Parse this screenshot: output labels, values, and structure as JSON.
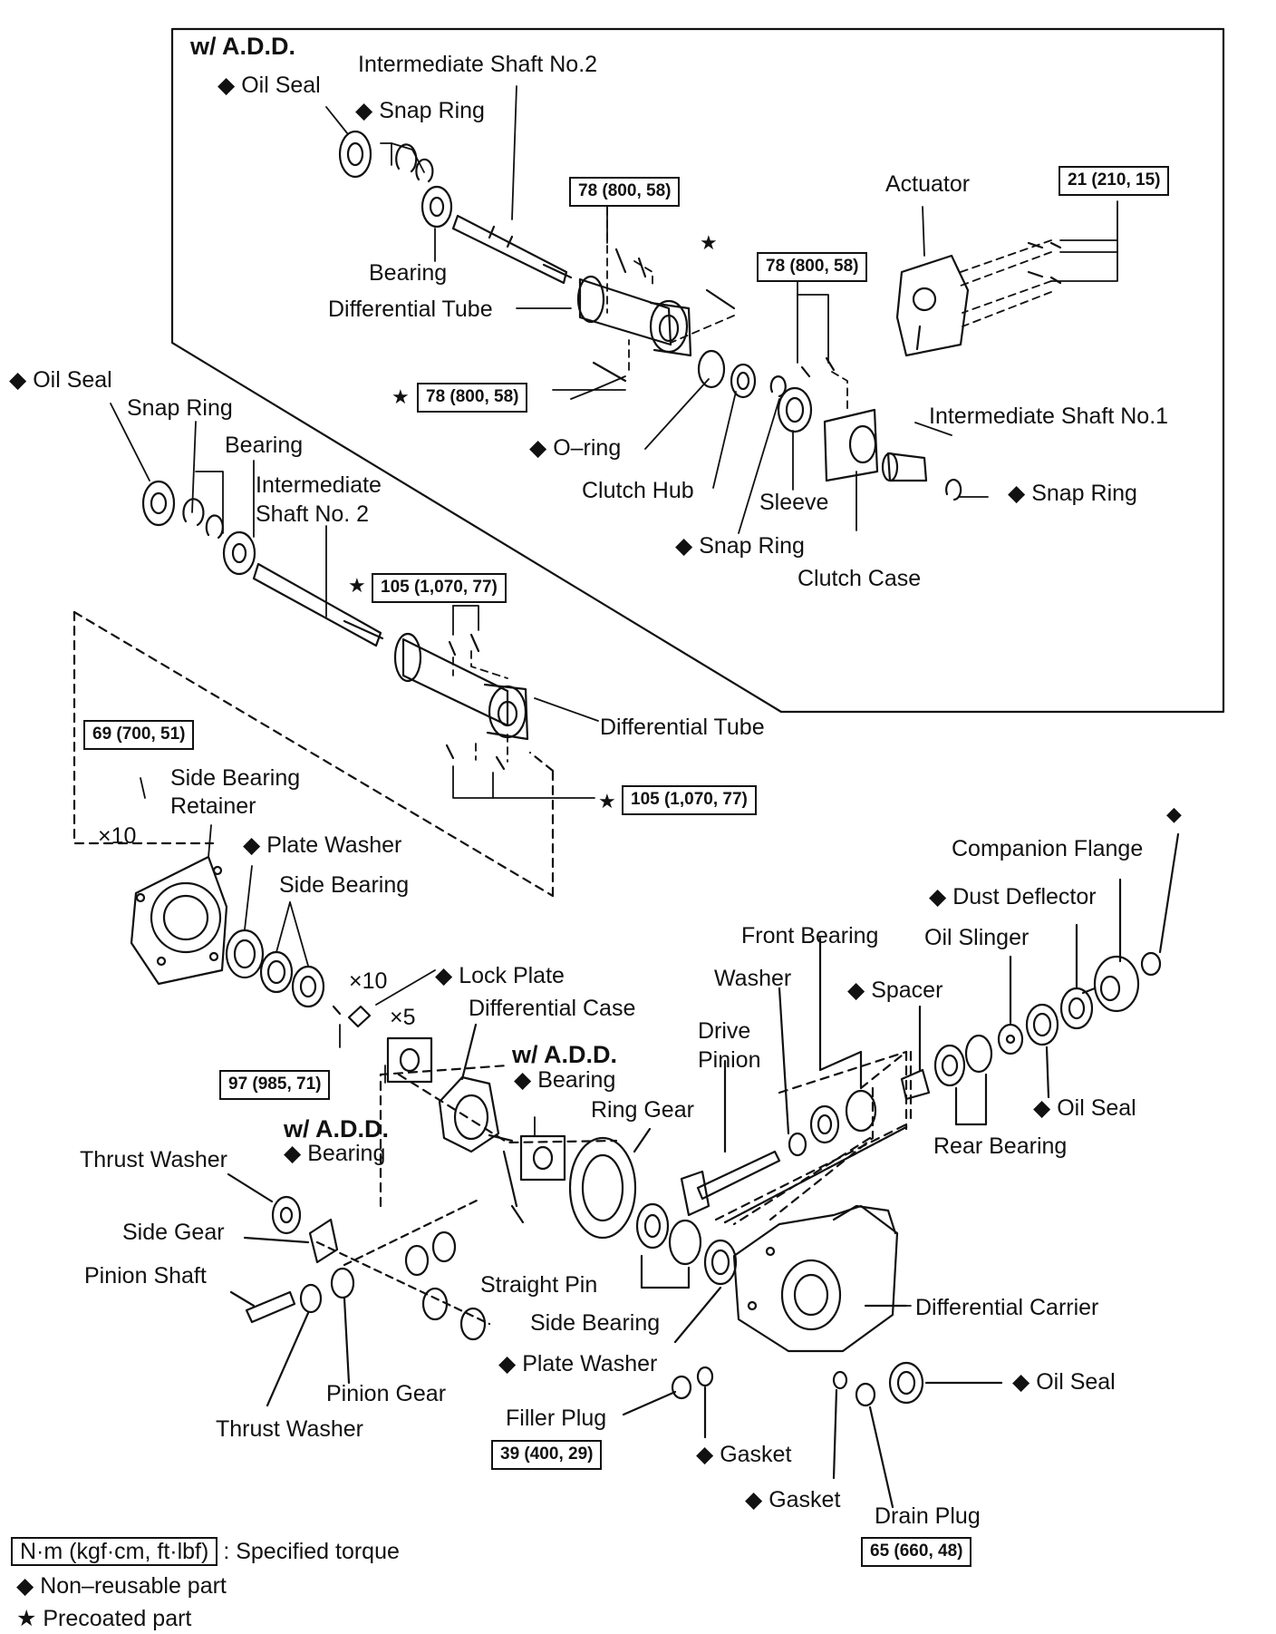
{
  "marks": {
    "diamond": "◆",
    "star": "★"
  },
  "section_add": "w/ A.D.D.",
  "add": {
    "oil_seal": "Oil Seal",
    "intermediate_shaft_no2": "Intermediate Shaft No.2",
    "snap_ring_top": "Snap Ring",
    "bearing": "Bearing",
    "differential_tube": "Differential Tube",
    "actuator": "Actuator",
    "o_ring": "O–ring",
    "clutch_hub": "Clutch Hub",
    "sleeve": "Sleeve",
    "snap_ring_mid": "Snap Ring",
    "clutch_case": "Clutch Case",
    "intermediate_shaft_no1": "Intermediate Shaft No.1",
    "snap_ring_right": "Snap Ring"
  },
  "main": {
    "oil_seal_left": "Oil Seal",
    "snap_ring_left": "Snap Ring",
    "bearing_left": "Bearing",
    "intermediate_shaft_line1": "Intermediate",
    "intermediate_shaft_line2": "Shaft No. 2",
    "differential_tube": "Differential Tube",
    "side_bearing_retainer_line1": "Side Bearing",
    "side_bearing_retainer_line2": "Retainer",
    "plate_washer": "Plate Washer",
    "side_bearing": "Side Bearing",
    "lock_plate": "Lock Plate",
    "differential_case": "Differential Case",
    "add_bearing_left_title": "w/ A.D.D.",
    "add_bearing_left": "Bearing",
    "add_bearing_right_title": "w/ A.D.D.",
    "add_bearing_right": "Bearing",
    "ring_gear": "Ring Gear",
    "drive_pinion_line1": "Drive",
    "drive_pinion_line2": "Pinion",
    "washer": "Washer",
    "front_bearing": "Front Bearing",
    "spacer": "Spacer",
    "oil_slinger": "Oil Slinger",
    "dust_deflector": "Dust Deflector",
    "companion_flange": "Companion Flange",
    "oil_seal_right": "Oil Seal",
    "rear_bearing": "Rear Bearing",
    "thrust_washer_top": "Thrust Washer",
    "side_gear": "Side Gear",
    "pinion_shaft": "Pinion Shaft",
    "pinion_gear": "Pinion Gear",
    "thrust_washer_bottom": "Thrust Washer",
    "straight_pin": "Straight Pin",
    "side_bearing_lower": "Side Bearing",
    "plate_washer_lower": "Plate Washer",
    "differential_carrier": "Differential Carrier",
    "oil_seal_lower": "Oil Seal",
    "filler_plug": "Filler Plug",
    "gasket_1": "Gasket",
    "gasket_2": "Gasket",
    "drain_plug": "Drain Plug"
  },
  "multipliers": {
    "x10_a": "×10",
    "x10_b": "×10",
    "x5": "×5"
  },
  "torques": {
    "t1": "78 (800, 58)",
    "t2": "21 (210, 15)",
    "t3": "78 (800, 58)",
    "t4": "78 (800, 58)",
    "t5": "105 (1,070, 77)",
    "t6": "105 (1,070, 77)",
    "t7": "69 (700, 51)",
    "t8": "97 (985, 71)",
    "t9": "39 (400, 29)",
    "t10": "65 (660, 48)"
  },
  "legend": {
    "torque_box": "N·m (kgf·cm, ft·lbf)",
    "torque_text": ": Specified torque",
    "nonreusable": "Non–reusable part",
    "precoated": "Precoated part"
  }
}
